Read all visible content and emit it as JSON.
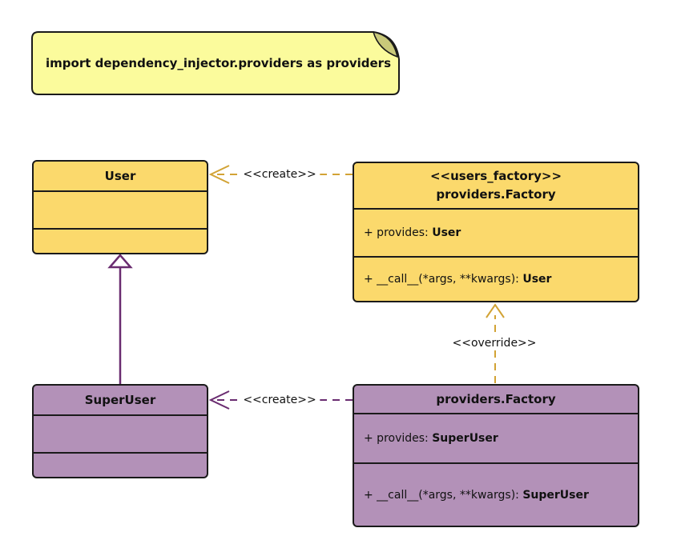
{
  "note": {
    "text": "import dependency_injector.providers as providers"
  },
  "classes": {
    "user": {
      "title": "User"
    },
    "users_factory": {
      "stereotype": "<<users_factory>>",
      "title": "providers.Factory",
      "attribute_prefix": "+ provides: ",
      "attribute_type": "User",
      "method_prefix": "+ __call__(*args, **kwargs): ",
      "method_type": "User"
    },
    "super_user": {
      "title": "SuperUser"
    },
    "super_user_factory": {
      "title": "providers.Factory",
      "attribute_prefix": "+ provides: ",
      "attribute_type": "SuperUser",
      "method_prefix": "+ __call__(*args, **kwargs): ",
      "method_type": "SuperUser"
    }
  },
  "relations": {
    "create_user": {
      "label": "<<create>>",
      "style": "dashed",
      "color": "#D2A335"
    },
    "create_super_user": {
      "label": "<<create>>",
      "style": "dashed",
      "color": "#6A2C70"
    },
    "override": {
      "label": "<<override>>",
      "style": "dashed",
      "color": "#D2A335"
    },
    "generalization": {
      "label": "",
      "style": "solid",
      "color": "#6A2C70"
    }
  },
  "colors": {
    "class_yellow_fill": "#FBD96C",
    "class_purple_fill": "#B391B8",
    "note_fill": "#FBFB9C",
    "note_fold_fill": "#C9C97A",
    "arrow_gold": "#D2A335",
    "arrow_purple": "#6A2C70",
    "border": "#1A1A1A",
    "text": "#111111",
    "background": "#FFFFFF"
  }
}
